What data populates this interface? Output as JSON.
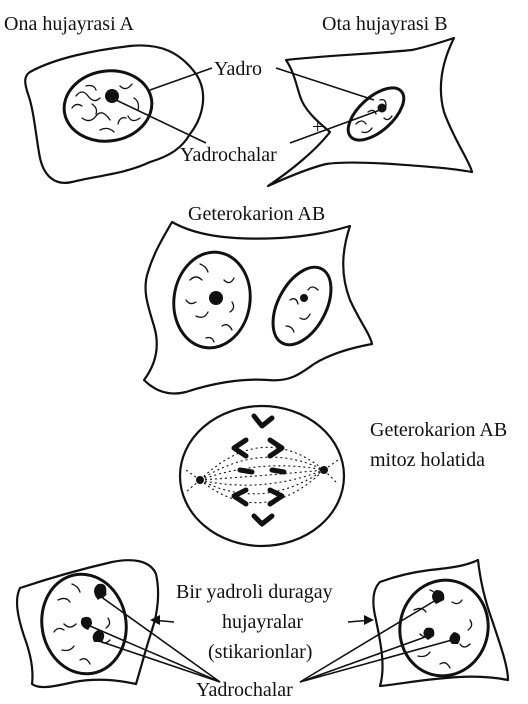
{
  "labels": {
    "mother_cell": "Ona hujayrasi A",
    "father_cell": "Ota hujayrasi B",
    "nucleus": "Yadro",
    "nucleoli_top": "Yadrochalar",
    "plus_left": "+",
    "plus_right": "+",
    "heterokaryon": "Geterokarion AB",
    "mitosis_line1": "Geterokarion AB",
    "mitosis_line2": "mitoz holatida",
    "synkaryon_line1": "Bir yadroli duragay",
    "synkaryon_line2": "hujayralar",
    "synkaryon_line3": "(stikarionlar)",
    "nucleoli_bottom": "Yadrochalar"
  }
}
